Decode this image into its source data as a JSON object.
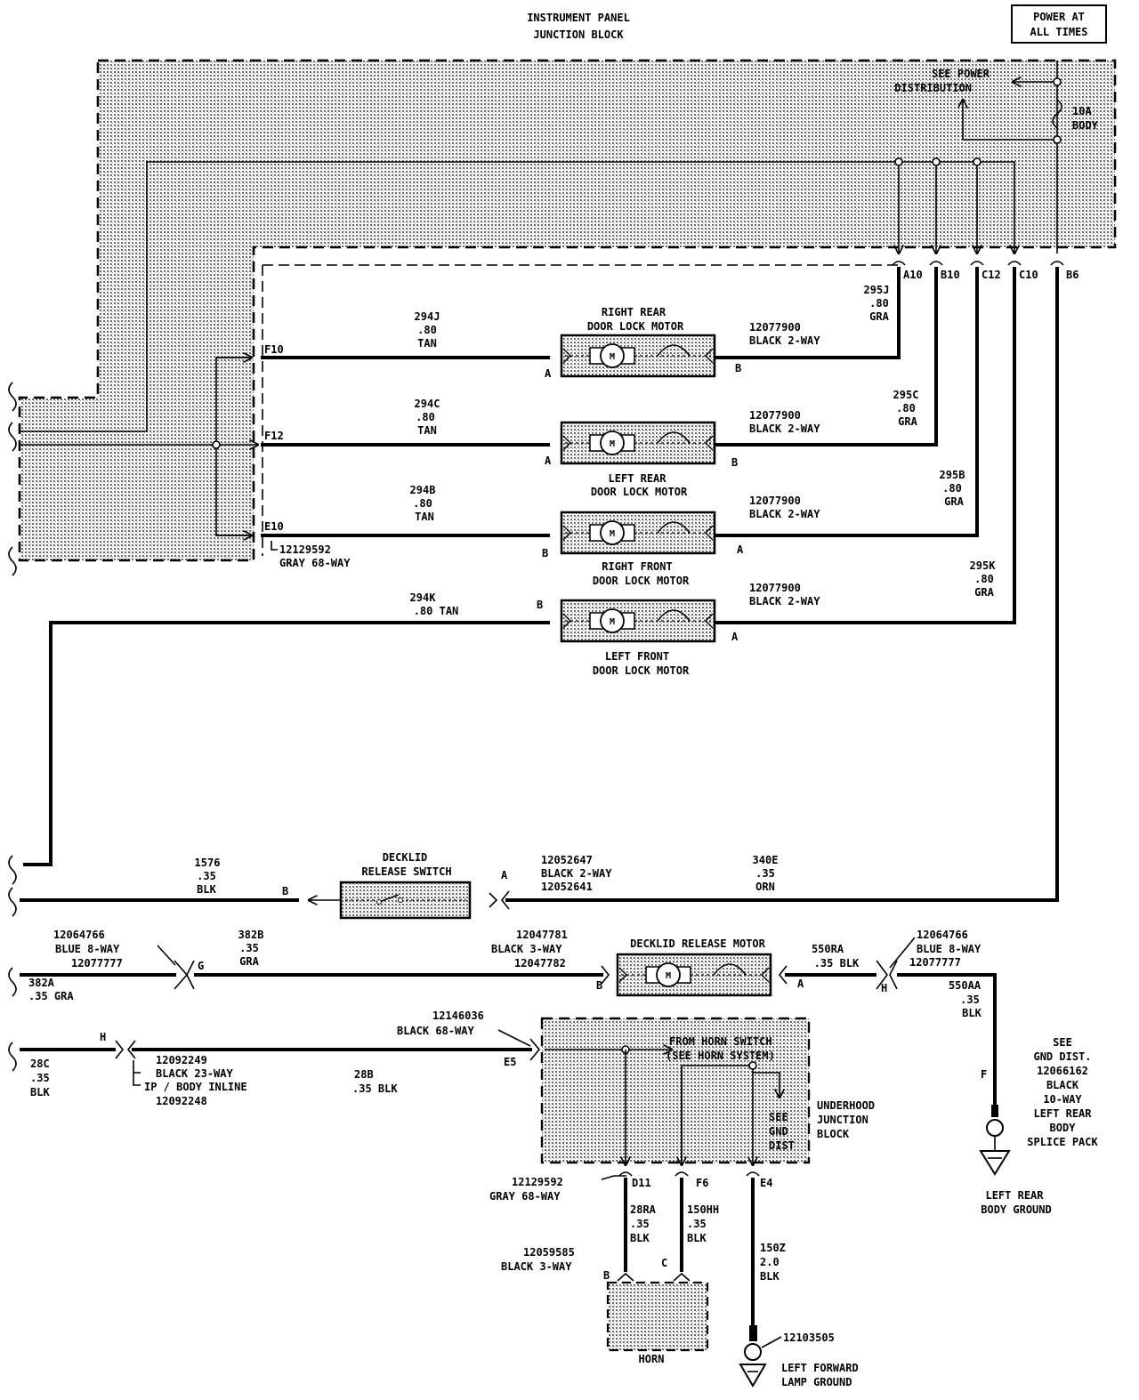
{
  "ipjb": {
    "title_line1": "INSTRUMENT PANEL",
    "title_line2": "JUNCTION BLOCK"
  },
  "power_box": {
    "line1": "POWER AT",
    "line2": "ALL TIMES"
  },
  "power_dist": {
    "line1": "SEE POWER",
    "line2": "DISTRIBUTION",
    "fuse_amp": "10A",
    "fuse_name": "BODY"
  },
  "ip_pins": {
    "a10": "A10",
    "b10": "B10",
    "c12": "C12",
    "c10": "C10",
    "b6": "B6"
  },
  "conn_f10": "F10",
  "conn_f12": "F12",
  "conn_e10": "E10",
  "ip_connector": {
    "part": "12129592",
    "desc": "GRAY 68-WAY"
  },
  "motors": {
    "right_rear": {
      "line1": "RIGHT REAR",
      "line2": "DOOR LOCK MOTOR",
      "part": "12077900",
      "conn": "BLACK  2-WAY",
      "pin_left": "A",
      "pin_right": "B"
    },
    "left_rear": {
      "line1": "LEFT REAR",
      "line2": "DOOR LOCK MOTOR",
      "part": "12077900",
      "conn": "BLACK  2-WAY",
      "pin_left": "A",
      "pin_right": "B"
    },
    "right_front": {
      "line1": "RIGHT FRONT",
      "line2": "DOOR LOCK MOTOR",
      "part": "12077900",
      "conn": "BLACK  2-WAY",
      "pin_left": "B",
      "pin_right": "A"
    },
    "left_front": {
      "line1": "LEFT FRONT",
      "line2": "DOOR LOCK MOTOR",
      "part": "12077900",
      "conn": "BLACK  2-WAY",
      "pin_left": "B",
      "pin_right": "A"
    }
  },
  "wires": {
    "w294j": {
      "id": "294J",
      "gauge": ".80",
      "color": "TAN"
    },
    "w294c": {
      "id": "294C",
      "gauge": ".80",
      "color": "TAN"
    },
    "w294b": {
      "id": "294B",
      "gauge": ".80",
      "color": "TAN"
    },
    "w294k": {
      "label": "294K",
      "label2": ".80 TAN"
    },
    "w295j": {
      "id": "295J",
      "gauge": ".80",
      "color": "GRA"
    },
    "w295c": {
      "id": "295C",
      "gauge": ".80",
      "color": "GRA"
    },
    "w295b": {
      "id": "295B",
      "gauge": ".80",
      "color": "GRA"
    },
    "w295k": {
      "id": "295K",
      "gauge": ".80",
      "color": "GRA"
    },
    "w1576": {
      "id": "1576",
      "gauge": ".35",
      "color": "BLK"
    },
    "w340e": {
      "id": "340E",
      "gauge": ".35",
      "color": "ORN"
    },
    "w382b": {
      "id": "382B",
      "gauge": ".35",
      "color": "GRA"
    },
    "w382a": {
      "id": "382A",
      "label2": ".35   GRA"
    },
    "w550ra": {
      "id": "550RA",
      "label2": ".35 BLK"
    },
    "w550aa": {
      "id": "550AA",
      "gauge": ".35",
      "color": "BLK"
    },
    "w28c": {
      "id": "28C",
      "gauge": ".35",
      "color": "BLK"
    },
    "w28b": {
      "id": "28B",
      "label2": ".35   BLK"
    },
    "w28ra": {
      "id": "28RA",
      "gauge": ".35",
      "color": "BLK"
    },
    "w150hh": {
      "id": "150HH",
      "gauge": ".35",
      "color": "BLK"
    },
    "w150z": {
      "id": "150Z",
      "gauge": "2.0",
      "color": "BLK"
    }
  },
  "decklid_switch": {
    "line1": "DECKLID",
    "line2": "RELEASE  SWITCH",
    "pin_a": "A",
    "pin_b": "B",
    "part1": "12052647",
    "conn": "BLACK 2-WAY",
    "part2": "12052641"
  },
  "decklid_motor": {
    "title": "DECKLID RELEASE MOTOR",
    "pin_b": "B",
    "pin_a": "A"
  },
  "conn_g": {
    "part1": "12064766",
    "conn": "BLUE 8-WAY",
    "part2": "12077777",
    "pin": "G"
  },
  "conn_h_right": {
    "part1": "12064766",
    "conn": "BLUE 8-WAY",
    "part2": "12077777",
    "pin": "H"
  },
  "conn_3way": {
    "part1": "12047781",
    "conn": "BLACK 3-WAY",
    "part2": "12047782"
  },
  "inline_23": {
    "pin": "H",
    "part1": "12092249",
    "conn": "BLACK 23-WAY",
    "desc": "IP / BODY INLINE",
    "part2": "12092248"
  },
  "ub_conn_top": {
    "part": "12146036",
    "conn": "BLACK  68-WAY",
    "pin": "E5"
  },
  "ub": {
    "line1": "UNDERHOOD",
    "line2": "JUNCTION",
    "line3": "BLOCK",
    "from_horn1": "FROM HORN SWITCH",
    "from_horn2": "(SEE HORN SYSTEM)",
    "gnd1": "SEE",
    "gnd2": "GND",
    "gnd3": "DIST"
  },
  "ub_pins": {
    "d11": "D11",
    "f6": "F6",
    "e4": "E4"
  },
  "ub_conn_bottom": {
    "part": "12129592",
    "conn": "GRAY  68-WAY"
  },
  "horn_conn": {
    "part": "12059585",
    "conn": "BLACK 3-WAY",
    "pin_b": "B",
    "pin_c": "C"
  },
  "horn": {
    "label": "HORN"
  },
  "gnd_left_forward": {
    "part": "12103505",
    "line1": "LEFT FORWARD",
    "line2": "LAMP GROUND"
  },
  "gnd_left_rear": {
    "pin": "F",
    "see": "SEE",
    "gnd": "GND DIST.",
    "part": "12066162",
    "conn": "BLACK",
    "way": "10-WAY",
    "splice1": "LEFT REAR",
    "splice2": "BODY",
    "splice3": "SPLICE PACK",
    "ground1": "LEFT REAR",
    "ground2": "BODY GROUND"
  }
}
